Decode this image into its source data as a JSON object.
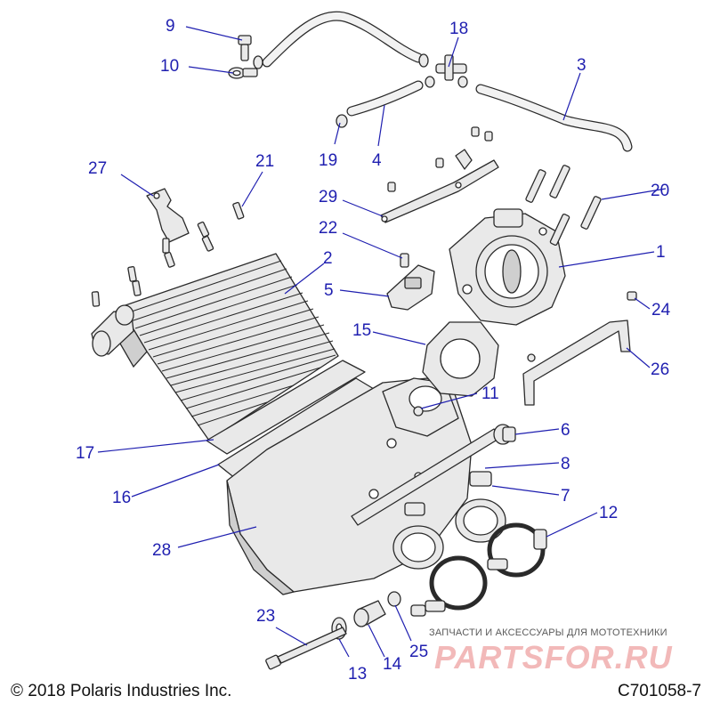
{
  "diagram": {
    "callouts": [
      {
        "id": "c1",
        "label": "1"
      },
      {
        "id": "c2",
        "label": "2"
      },
      {
        "id": "c3",
        "label": "3"
      },
      {
        "id": "c4",
        "label": "4"
      },
      {
        "id": "c5",
        "label": "5"
      },
      {
        "id": "c6",
        "label": "6"
      },
      {
        "id": "c7",
        "label": "7"
      },
      {
        "id": "c8",
        "label": "8"
      },
      {
        "id": "c9",
        "label": "9"
      },
      {
        "id": "c10",
        "label": "10"
      },
      {
        "id": "c11",
        "label": "11"
      },
      {
        "id": "c12",
        "label": "12"
      },
      {
        "id": "c13",
        "label": "13"
      },
      {
        "id": "c14",
        "label": "14"
      },
      {
        "id": "c15",
        "label": "15"
      },
      {
        "id": "c16",
        "label": "16"
      },
      {
        "id": "c17",
        "label": "17"
      },
      {
        "id": "c18",
        "label": "18"
      },
      {
        "id": "c19",
        "label": "19"
      },
      {
        "id": "c20",
        "label": "20"
      },
      {
        "id": "c21",
        "label": "21"
      },
      {
        "id": "c22",
        "label": "22"
      },
      {
        "id": "c23",
        "label": "23"
      },
      {
        "id": "c24",
        "label": "24"
      },
      {
        "id": "c25",
        "label": "25"
      },
      {
        "id": "c26",
        "label": "26"
      },
      {
        "id": "c27",
        "label": "27"
      },
      {
        "id": "c28",
        "label": "28"
      },
      {
        "id": "c29",
        "label": "29"
      }
    ],
    "callout_color": "#1f1fb0"
  },
  "footer": {
    "copyright": "© 2018 Polaris Industries Inc.",
    "drawing_code": "C701058-7"
  },
  "watermark": {
    "tagline": "ЗАПЧАСТИ И АКСЕССУАРЫ ДЛЯ МОТОТЕХНИКИ",
    "logo": "PARTSFOR.RU",
    "color": "#f2b9b9"
  }
}
